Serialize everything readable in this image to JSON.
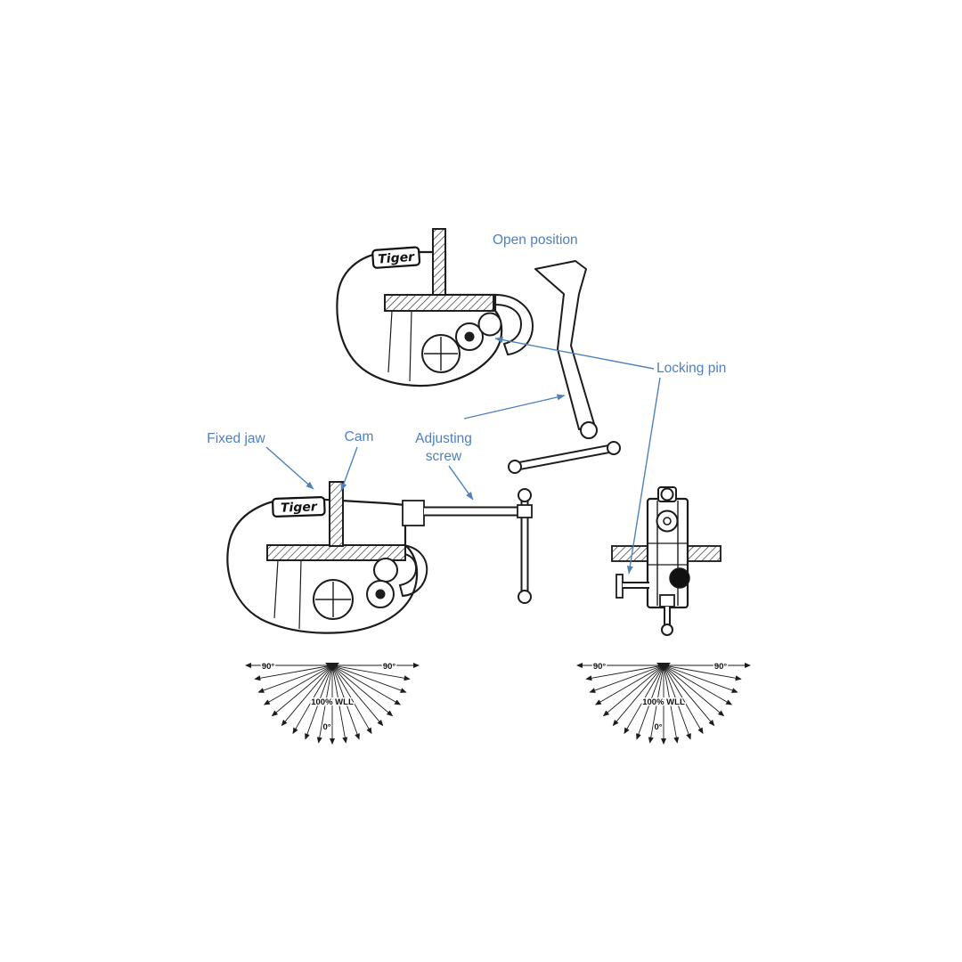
{
  "page": {
    "background": "#ffffff"
  },
  "diagram": {
    "brand": "Tiger",
    "annotations": {
      "open_position": "Open position",
      "fixed_jaw": "Fixed jaw",
      "cam": "Cam",
      "adjusting_screw": [
        "Adjusting",
        "screw"
      ],
      "locking_pin": "Locking pin"
    },
    "load_fan": {
      "left_angle": "90°",
      "right_angle": "90°",
      "wll": "100% WLL",
      "zero_angle": "0°"
    },
    "colors": {
      "annotation_blue": "#4f81bd",
      "line_black": "#1c1c1c"
    }
  }
}
